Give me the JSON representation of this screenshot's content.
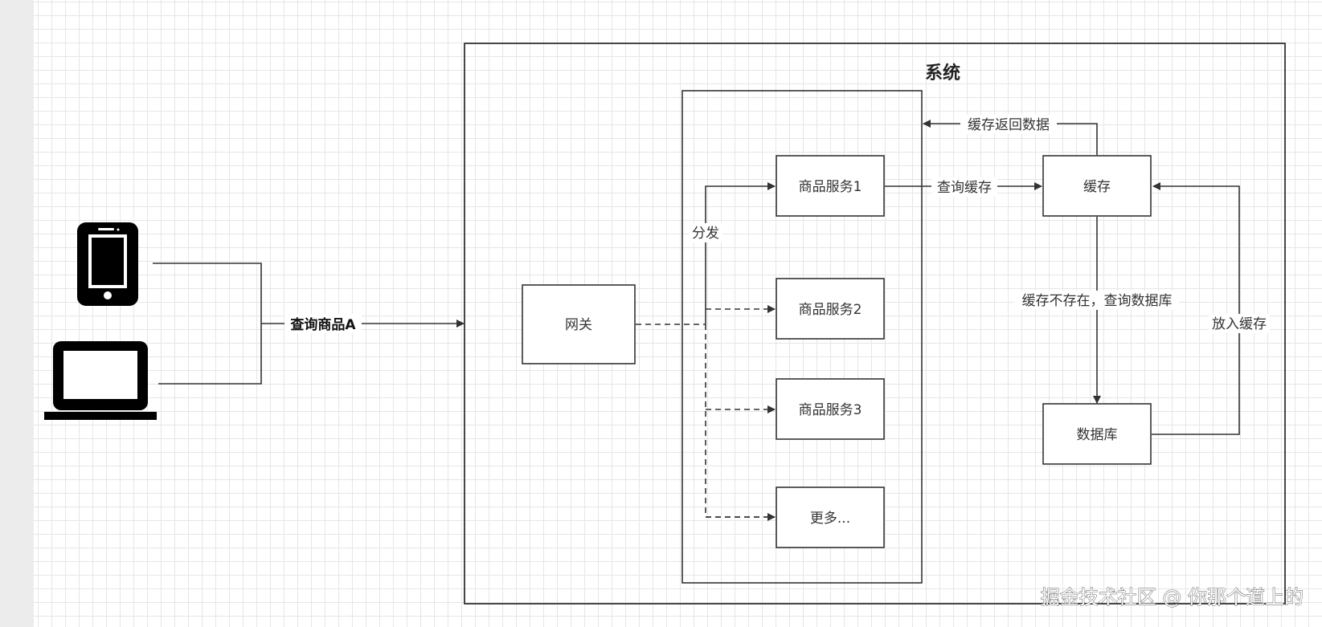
{
  "diagram": {
    "system_title": "系统",
    "client_request_label": "查询商品A",
    "nodes": {
      "gateway": "网关",
      "service1": "商品服务1",
      "service2": "商品服务2",
      "service3": "商品服务3",
      "more": "更多...",
      "cache": "缓存",
      "database": "数据库"
    },
    "edge_labels": {
      "dispatch": "分发",
      "query_cache": "查询缓存",
      "cache_return": "缓存返回数据",
      "cache_miss": "缓存不存在，查询数据库",
      "put_cache": "放入缓存"
    },
    "icons": [
      "tablet-icon",
      "laptop-icon"
    ],
    "watermark": "掘金技术社区 @ 你那个道上的"
  }
}
